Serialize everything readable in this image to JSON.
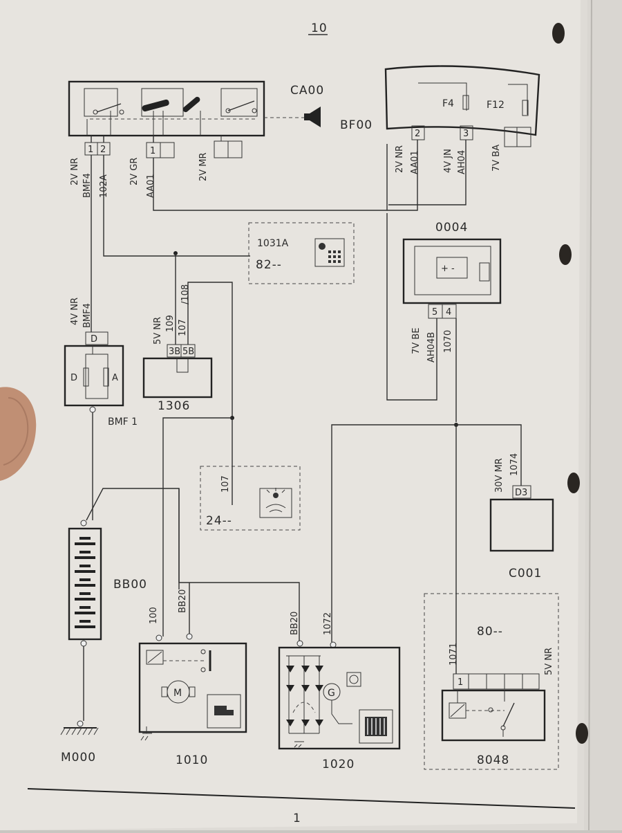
{
  "page_number_top": "10",
  "page_number_bottom": "1",
  "components": {
    "ignition_switch": "CA00",
    "fuse_box": "BF00",
    "fuse_1": "F4",
    "fuse_2": "F12",
    "battery_unit": "0004",
    "keypad_unit": "82--",
    "keypad_wire": "1031A",
    "relay_fuse": "BMF 1",
    "relay_fuse_pins": [
      "D",
      "A"
    ],
    "connector_1306": "1306",
    "lighting_unit": "24--",
    "battery": "BB00",
    "ground": "M000",
    "starter": "1010",
    "alternator": "1020",
    "control_c001": "C001",
    "relay_unit": "80--",
    "relay_8048": "8048"
  },
  "connectors": {
    "ca00_a": {
      "type": "2V NR",
      "code": "BMF4",
      "wire": "102A",
      "pins": [
        "1",
        "2"
      ]
    },
    "ca00_b": {
      "type": "2V GR",
      "code": "AA01",
      "pins": [
        "1"
      ]
    },
    "ca00_c": {
      "type": "2V MR"
    },
    "bf00_a": {
      "type": "2V NR",
      "code": "AA01",
      "pins": [
        "2"
      ]
    },
    "bf00_b": {
      "type": "4V JN",
      "code": "AH04",
      "pins": [
        "3"
      ]
    },
    "bf00_c": {
      "type": "7V BA"
    },
    "bmf1": {
      "type": "4V NR",
      "code": "BMF4",
      "pin": "D"
    },
    "c1306": {
      "type": "5V NR",
      "wires": [
        "109",
        "107",
        "/108"
      ],
      "pins": [
        "3B",
        "5B"
      ]
    },
    "c0004": {
      "type": "7V BE",
      "code": "AH04B",
      "wire": "1070",
      "pins": [
        "5",
        "4"
      ]
    },
    "c24": {
      "wire": "107"
    },
    "c001": {
      "type": "30V MR",
      "wire": "1074",
      "pin": "D3"
    },
    "c1010": {
      "wire": "100",
      "code": "BB20"
    },
    "c1020": {
      "code": "BB20",
      "wire": "1072"
    },
    "c8048": {
      "wire": "1071",
      "pin": "1",
      "type": "5V NR"
    }
  },
  "symbols": {
    "motor": "M",
    "generator": "G"
  }
}
